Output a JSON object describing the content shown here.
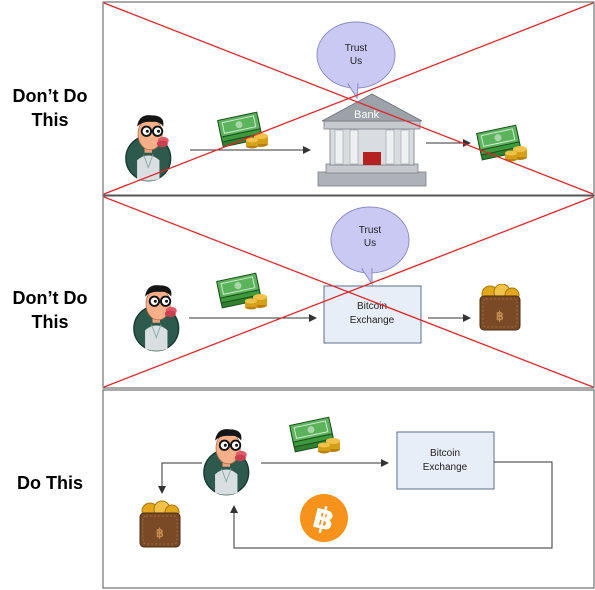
{
  "rows": [
    {
      "label_line1": "Don’t Do",
      "label_line2": "This",
      "speech_line1": "Trust",
      "speech_line2": "Us",
      "bank_sign": "Bank",
      "crossed": true
    },
    {
      "label_line1": "Don’t Do",
      "label_line2": "This",
      "speech_line1": "Trust",
      "speech_line2": "Us",
      "box_line1": "Bitcoin",
      "box_line2": "Exchange",
      "crossed": true
    },
    {
      "label": "Do This",
      "box_line1": "Bitcoin",
      "box_line2": "Exchange",
      "crossed": false
    }
  ],
  "icons": {
    "person": "nerd-person-icon",
    "cash": "cash-stack-icon",
    "bank": "bank-building-icon",
    "wallet": "bitcoin-wallet-icon",
    "bitcoin": "bitcoin-logo-icon"
  },
  "colors": {
    "cross": "#e0252b",
    "panel_border": "#555555",
    "bubble_fill": "#c9c9f4",
    "exchange_fill": "#e8eef7",
    "exchange_border": "#5c6d8c",
    "bitcoin_orange": "#f7931a",
    "cash_green": "#3c9a3c",
    "coin_gold": "#e2a71c",
    "wallet_brown": "#7a4a26"
  }
}
